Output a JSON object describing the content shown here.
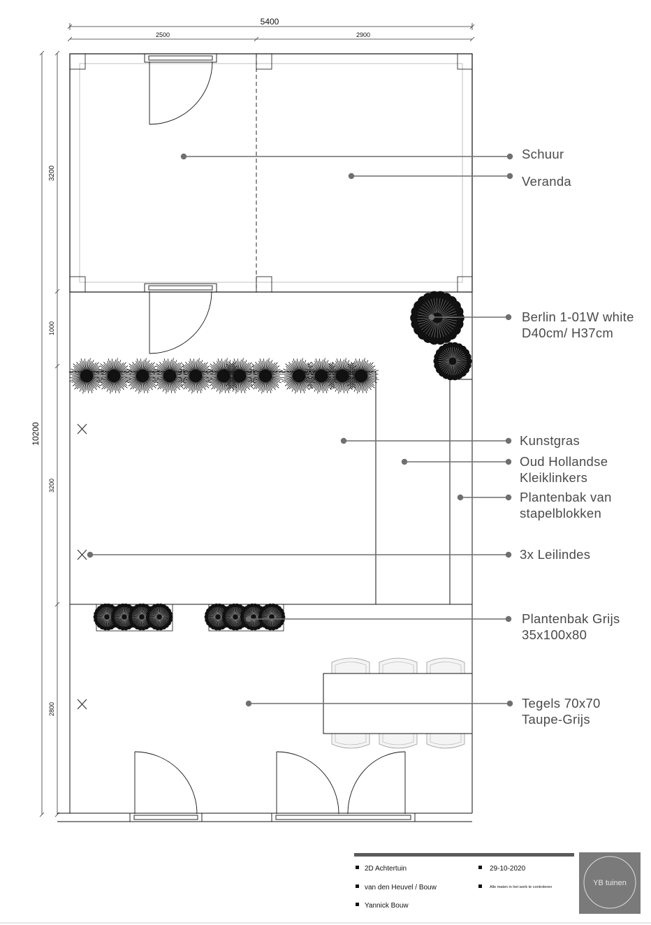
{
  "dimensions": {
    "total_width": "5400",
    "left_width": "2500",
    "right_width": "2900",
    "total_depth": "10200",
    "shed_depth": "3200",
    "strip_depth": "1000",
    "lawn_depth": "3200",
    "terrace_depth": "2800"
  },
  "callouts": [
    {
      "id": "schuur",
      "lines": [
        "Schuur"
      ]
    },
    {
      "id": "veranda",
      "lines": [
        "Veranda"
      ]
    },
    {
      "id": "berlin",
      "lines": [
        "Berlin 1-01W white",
        "D40cm/ H37cm"
      ]
    },
    {
      "id": "kunstgras",
      "lines": [
        "Kunstgras"
      ]
    },
    {
      "id": "klinkers",
      "lines": [
        "Oud Hollandse",
        "Kleiklinkers"
      ]
    },
    {
      "id": "plantenbak-stapel",
      "lines": [
        "Plantenbak van",
        "stapelblokken"
      ]
    },
    {
      "id": "leilindes",
      "lines": [
        "3x Leilindes"
      ]
    },
    {
      "id": "plantenbak-grijs",
      "lines": [
        "Plantenbak Grijs",
        "35x100x80"
      ]
    },
    {
      "id": "tegels",
      "lines": [
        "Tegels 70x70",
        "Taupe-Grijs"
      ]
    }
  ],
  "title_block": {
    "project": "2D Achtertuin",
    "client": "van den Heuvel / Bouw",
    "designer": "Yannick Bouw",
    "date": "29-10-2020",
    "note": "Alle maten in het werk te controleren",
    "logo": "YB tuinen"
  },
  "colors": {
    "line": "#111111",
    "callout": "#6f6f6f",
    "logo_bg": "#7a7a7a",
    "title_bar": "#5a5a5a"
  }
}
